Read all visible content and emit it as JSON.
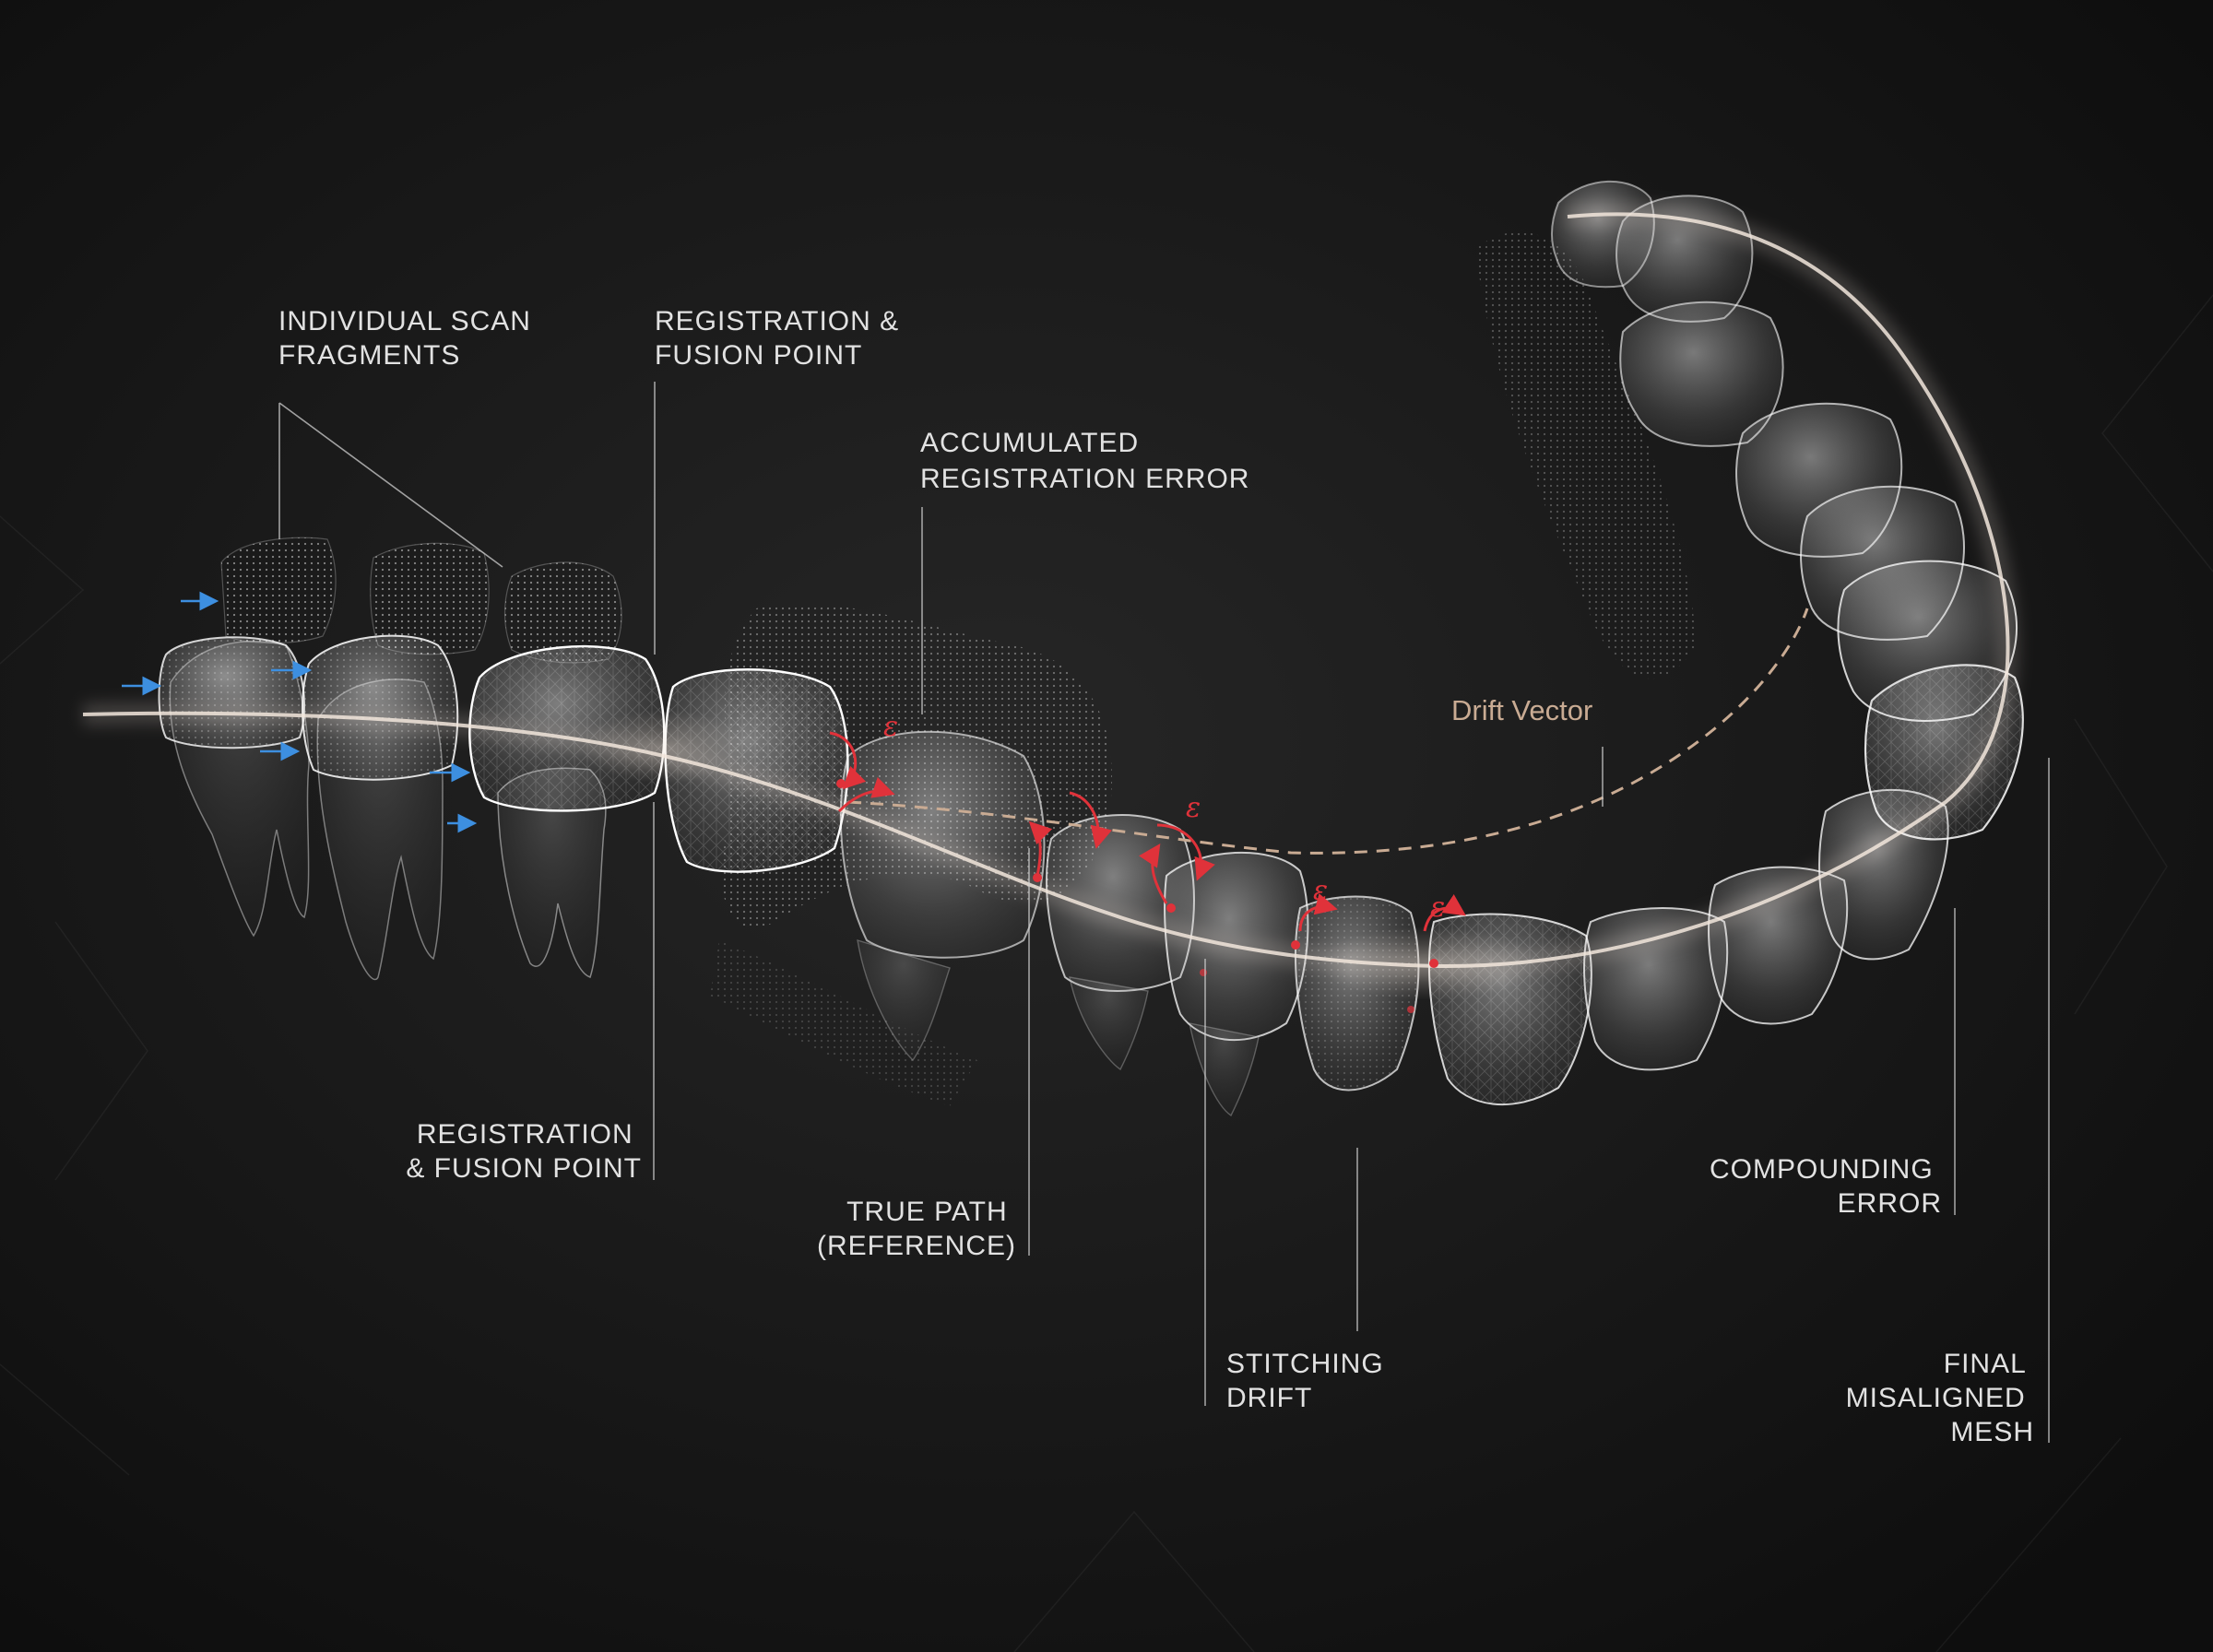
{
  "labels": {
    "individual_scan_fragments": [
      "INDIVIDUAL SCAN",
      "FRAGMENTS"
    ],
    "registration_fusion_point_top": [
      "REGISTRATION &",
      "FUSION POINT"
    ],
    "accumulated_registration_error": [
      "ACCUMULATED",
      "REGISTRATION ERROR"
    ],
    "drift_vector": "Drift Vector",
    "registration_fusion_point_bottom": [
      "REGISTRATION",
      "& FUSION POINT"
    ],
    "true_path_reference": [
      "TRUE PATH",
      "(REFERENCE)"
    ],
    "stitching_drift": [
      "STITCHING",
      "DRIFT"
    ],
    "compounding_error": [
      "COMPOUNDING",
      "ERROR"
    ],
    "final_misaligned_mesh": [
      "FINAL",
      "MISALIGNED",
      "MESH"
    ]
  },
  "error_symbol": "ε",
  "colors": {
    "background": "#141414",
    "mesh": "#e8e8e8",
    "true_path": "#f2e6dc",
    "drift_vector": "#c9ab93",
    "error": "#e0323a",
    "scan_arrow": "#3d8fe0",
    "label": "#e2e2e2"
  },
  "icons": [
    "scan-direction-arrow-icon",
    "error-rotation-arrow-icon"
  ]
}
